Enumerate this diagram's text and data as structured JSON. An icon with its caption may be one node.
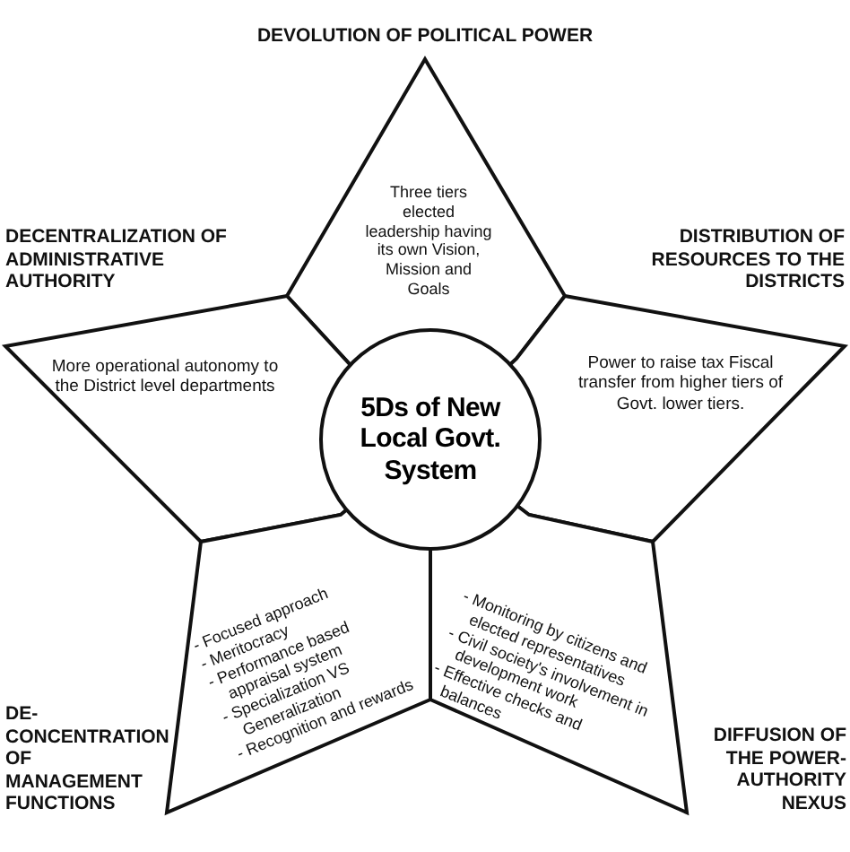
{
  "diagram": {
    "nodes": [
      {
        "text": [
          "5Ds of New Local Govt. System"
        ]
      },
      {
        "text": [
          "DEVOLUTION OF POLITICAL POWER",
          "Three tiers elected leadership having its own Vision, Mission and Goals"
        ]
      },
      {
        "text": [
          "DECENTRALIZATION OF ADMINISTRATIVE AUTHORITY",
          "More operational autonomy to the District level departments"
        ]
      },
      {
        "text": [
          "DISTRIBUTION OF RESOURCES TO THE DISTRICTS",
          "Power to raise tax Fiscal transfer from higher tiers of Govt. lower tiers."
        ]
      },
      {
        "text": [
          "DE-CONCENTRATION OF MANAGEMENT FUNCTIONS",
          "- Focused approach",
          "- Meritocracy",
          "- Performance based appraisal system",
          "- Specialization VS Generalization",
          "- Recognition and rewards"
        ]
      },
      {
        "text": [
          "DIFFUSION OF THE POWER-AUTHORITY NEXUS",
          "- Monitoring by citizens and elected representatives",
          "- Civil society's involvement in development work",
          "- Effective checks and balances"
        ]
      }
    ]
  }
}
